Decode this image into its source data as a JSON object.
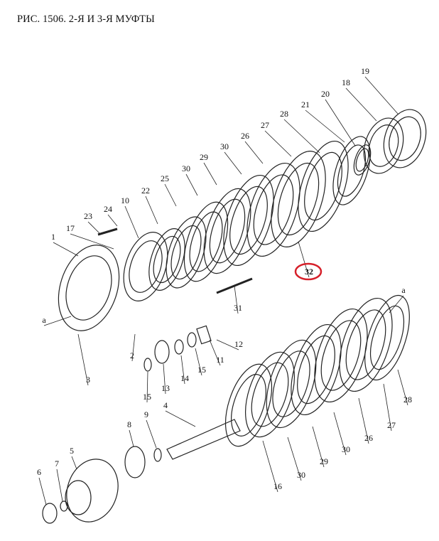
{
  "title": "РИС. 1506. 2-Я И 3-Я МУФТЫ",
  "highlight_color": "#d6202a",
  "labels": {
    "p19": "19",
    "p18": "18",
    "p20": "20",
    "p21": "21",
    "p28a": "28",
    "p27a": "27",
    "p26a": "26",
    "p30a": "30",
    "p29a": "29",
    "p30b": "30",
    "p25": "25",
    "p22": "22",
    "p10": "10",
    "p24": "24",
    "p23": "23",
    "p17": "17",
    "p1": "1",
    "pa1": "a",
    "p2": "2",
    "p3": "3",
    "p31": "31",
    "p32": "32",
    "p12": "12",
    "p11": "11",
    "p15a": "15",
    "p14": "14",
    "p13": "13",
    "p15b": "15",
    "p4": "4",
    "p9": "9",
    "p8": "8",
    "p5": "5",
    "p7": "7",
    "p6": "6",
    "p16": "16",
    "p30c": "30",
    "p29b": "29",
    "p30d": "30",
    "p26b": "26",
    "p27b": "27",
    "p28b": "28",
    "pa2": "a"
  }
}
